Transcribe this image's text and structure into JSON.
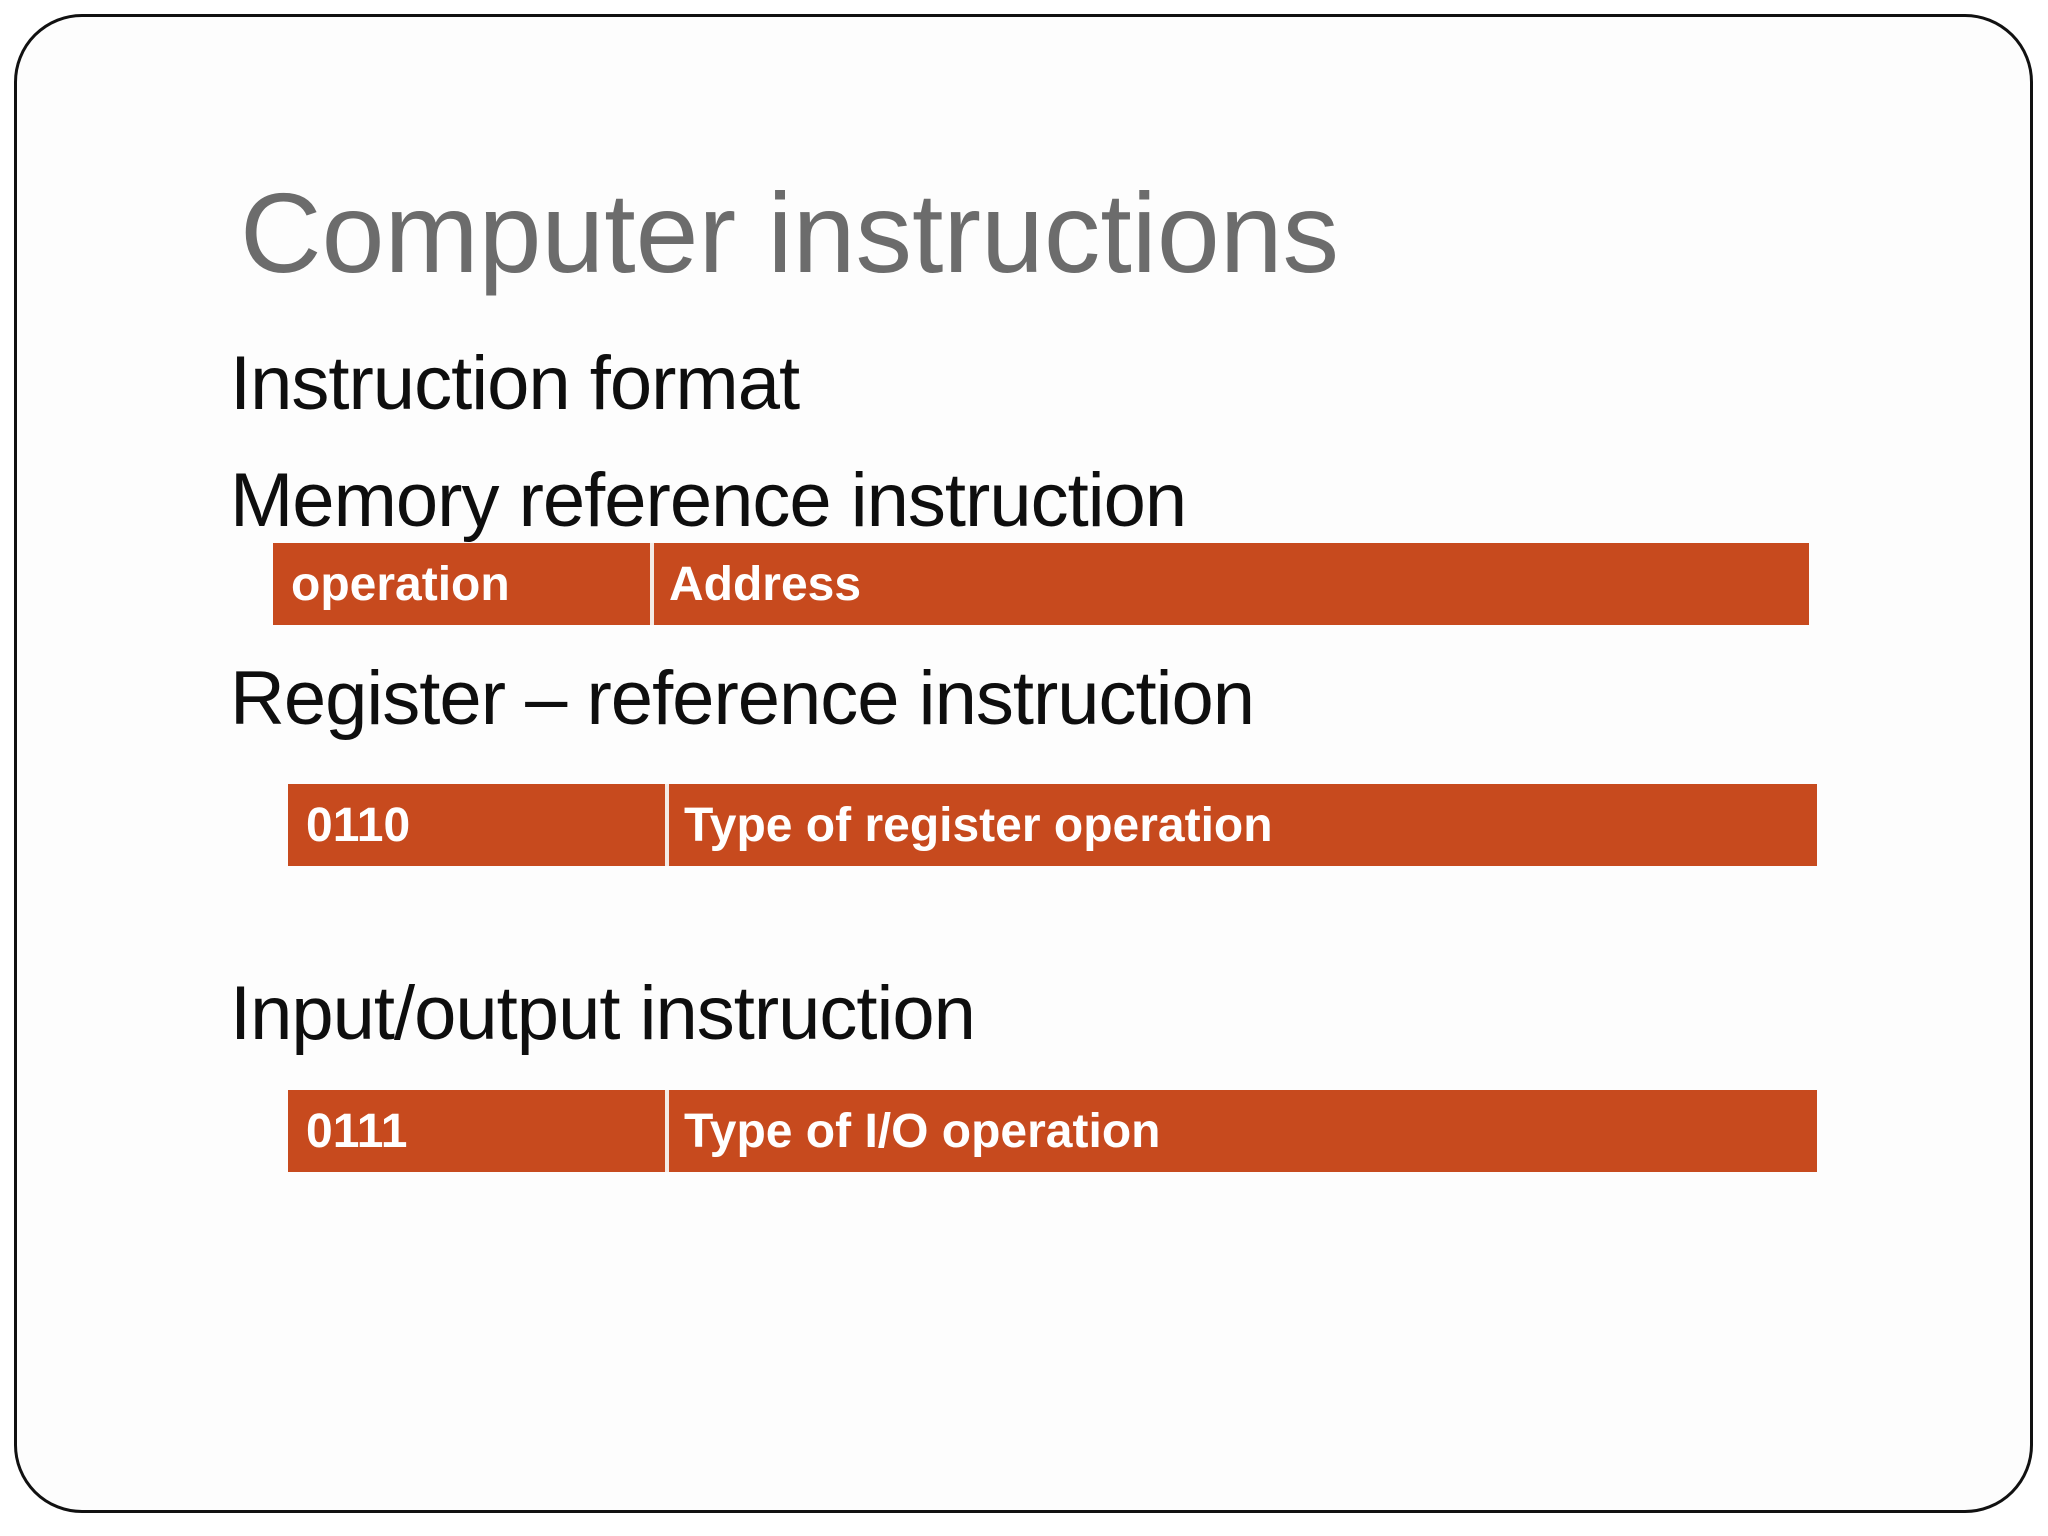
{
  "slide": {
    "title": "Computer instructions",
    "lines": {
      "instruction_format": "Instruction format",
      "memory_reference": "Memory reference instruction",
      "register_reference": "Register – reference instruction",
      "input_output": "Input/output instruction"
    },
    "bars": [
      {
        "left": "operation",
        "right": "Address"
      },
      {
        "left": "0110",
        "right": "Type of register operation"
      },
      {
        "left": "0111",
        "right": "Type of I/O operation"
      }
    ],
    "colors": {
      "bar_fill": "#C74A1E",
      "bar_divider": "#F4EBE6",
      "title_gray": "#6C6C6C",
      "body_text": "#0E0E0E",
      "frame_border": "#111111",
      "slide_background": "#FDFDFD"
    }
  }
}
